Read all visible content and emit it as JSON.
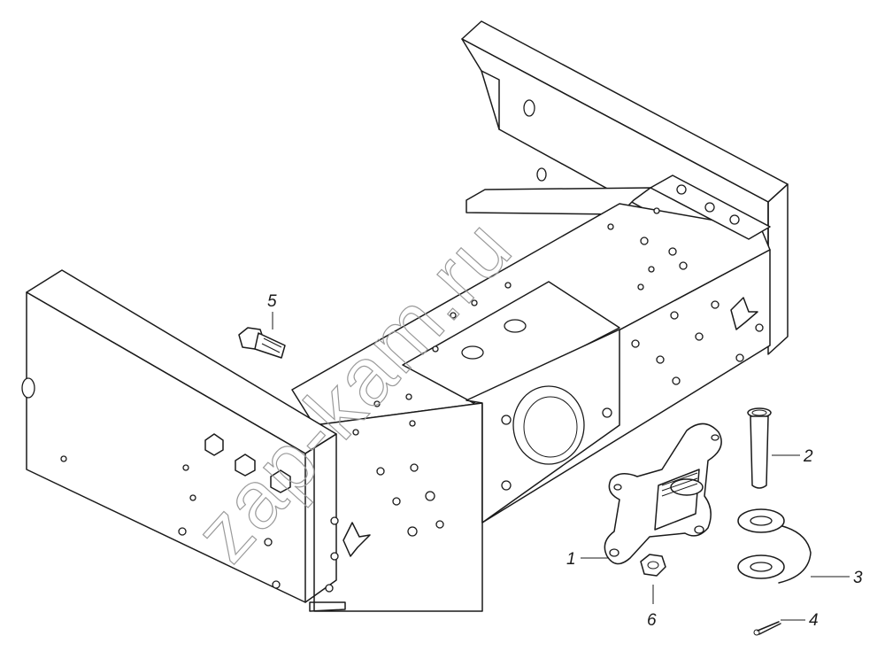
{
  "watermark": "zap-kam.ru",
  "callouts": [
    {
      "id": "1",
      "label": "1"
    },
    {
      "id": "2",
      "label": "2"
    },
    {
      "id": "3",
      "label": "3"
    },
    {
      "id": "4",
      "label": "4"
    },
    {
      "id": "5",
      "label": "5"
    },
    {
      "id": "6",
      "label": "6"
    }
  ]
}
